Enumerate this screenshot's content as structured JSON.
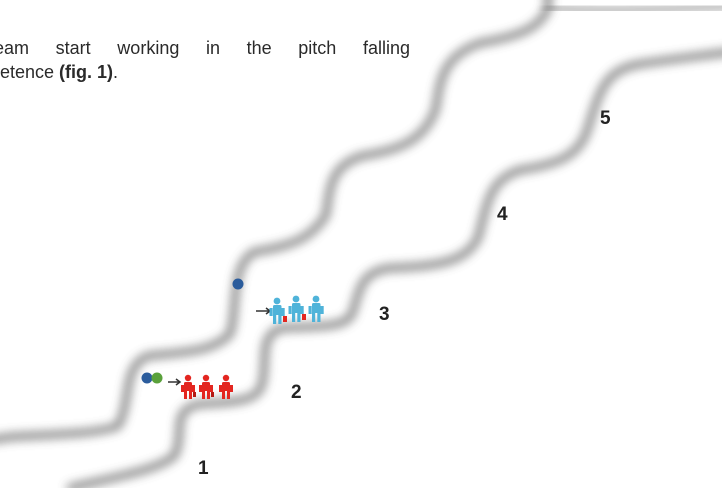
{
  "paragraph": {
    "line1": "eam start working in the pitch falling",
    "line2_prefix": "etence ",
    "line2_ref": "(fig. 1)",
    "line2_suffix": "."
  },
  "steps": {
    "labels": [
      "1",
      "2",
      "3",
      "4",
      "5"
    ]
  },
  "colors": {
    "red_team": "#e32620",
    "blue_team": "#4fb3d9",
    "ball_blue": "#2b5c9c",
    "ball_green": "#5aa13b",
    "stair_shadow": "#8a8a8a"
  }
}
